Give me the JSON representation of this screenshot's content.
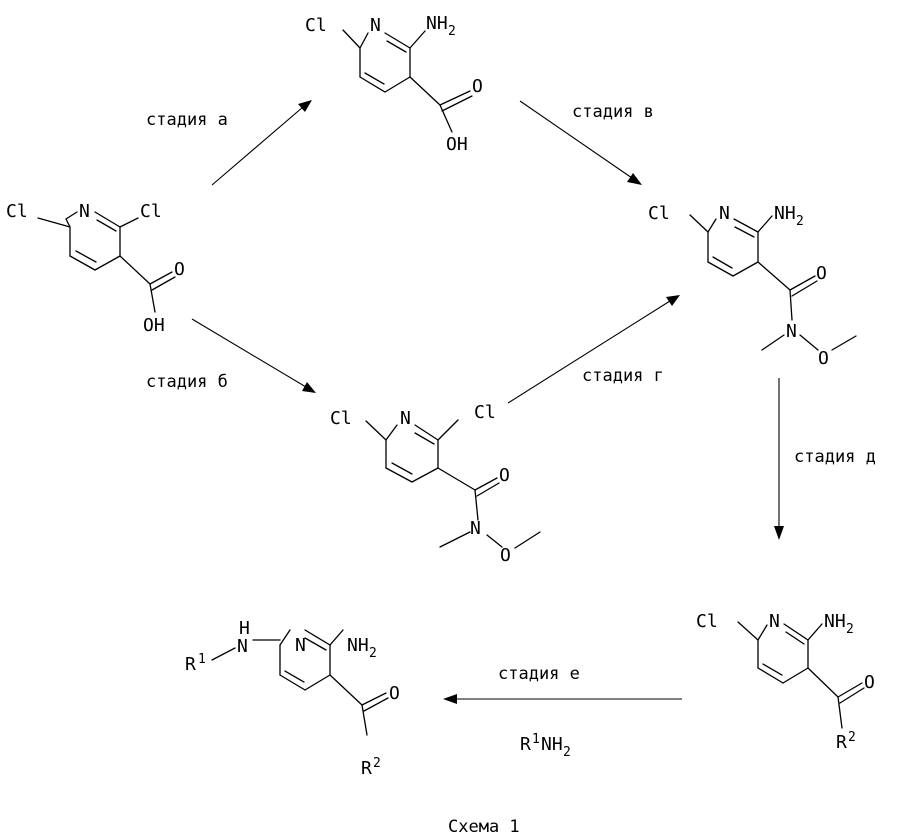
{
  "atoms": {
    "cl": "Cl",
    "n": "N",
    "nh": "NH",
    "h": "H",
    "o": "O",
    "oh": "OH",
    "r": "R",
    "sub2": "2",
    "sup1": "1",
    "sup2": "2"
  },
  "steps": {
    "a": "стадия а",
    "b": "стадия б",
    "v": "стадия в",
    "g": "стадия г",
    "d": "стадия д",
    "e": "стадия е"
  },
  "reagent": {
    "r": "R",
    "sup": "1",
    "nh": "NH",
    "sub": "2"
  },
  "caption": "Схема 1"
}
